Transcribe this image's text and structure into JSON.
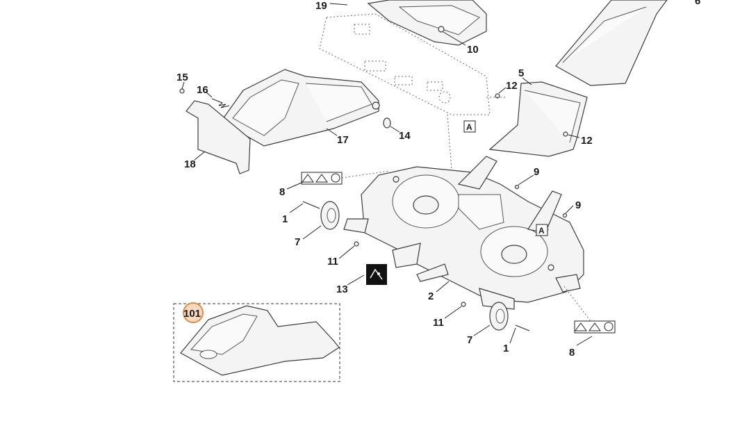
{
  "labels": {
    "p19": "19",
    "p10": "10",
    "p6": "6",
    "p15": "15",
    "p16": "16",
    "p17": "17",
    "p18": "18",
    "p14": "14",
    "p5": "5",
    "p12a": "12",
    "p12b": "12",
    "p9a": "9",
    "p9b": "9",
    "p8a": "8",
    "p8b": "8",
    "p1a": "1",
    "p1b": "1",
    "p7a": "7",
    "p7b": "7",
    "p11a": "11",
    "p11b": "11",
    "p13": "13",
    "p2": "2",
    "p101": "101",
    "refA1": "A",
    "refA2": "A"
  },
  "colors": {
    "highlight_fill": "#f7d9bf",
    "highlight_stroke": "#e08a4a"
  }
}
